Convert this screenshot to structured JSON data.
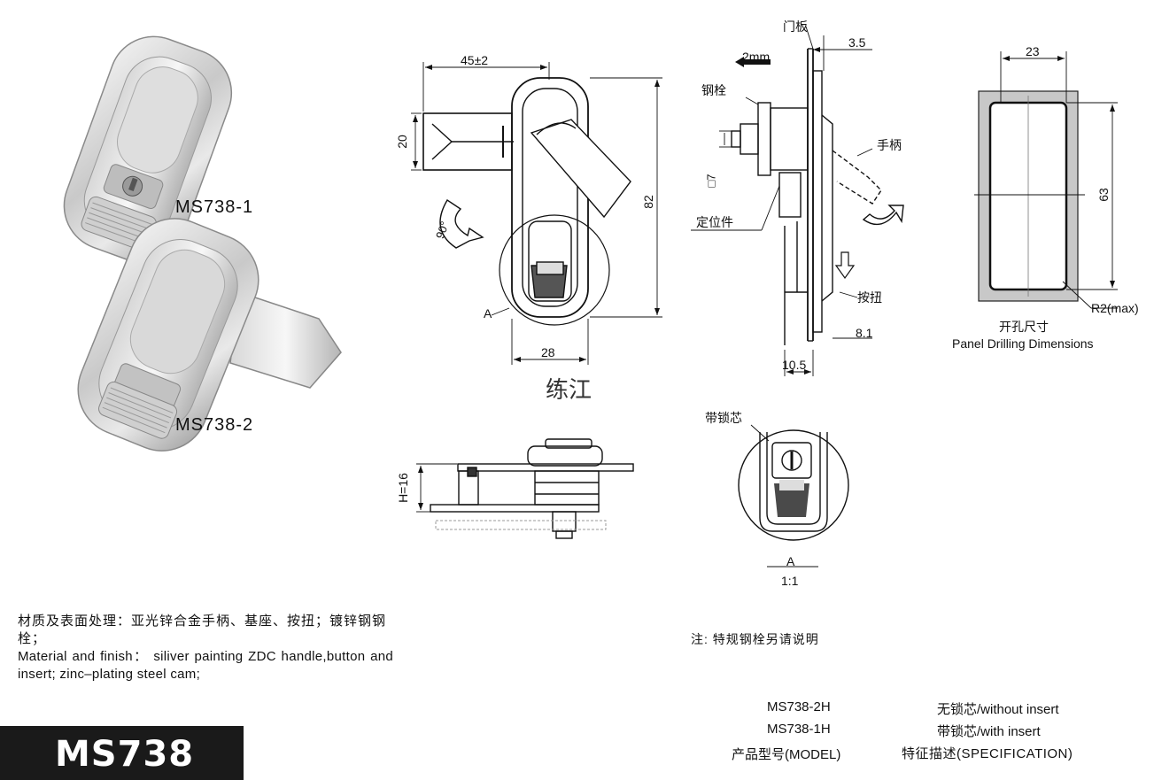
{
  "products": {
    "p1": {
      "model": "MS738-1"
    },
    "p2": {
      "model": "MS738-2"
    }
  },
  "front_view": {
    "dim_width_top": "45±2",
    "dim_cam_width": "20",
    "dim_height": "82",
    "dim_bottom_width": "28",
    "rotation": "90°",
    "section_label": "A"
  },
  "brand_text": "练江",
  "side_view": {
    "door_panel": "门板",
    "dim_3_5": "3.5",
    "dim_2mm": "2mm",
    "steel_cam": "钢栓",
    "handle": "手柄",
    "square_7": "□7",
    "locator": "定位件",
    "button": "按扭",
    "dim_8_1": "8.1",
    "dim_10_5": "10.5"
  },
  "cutout": {
    "dim_width": "23",
    "dim_height": "63",
    "radius": "R2(max)",
    "title_zh": "开孔尺寸",
    "title_en": "Panel Drilling Dimensions"
  },
  "bottom_view": {
    "dim_h": "H=16"
  },
  "detail": {
    "with_core": "带锁芯",
    "label": "A",
    "scale": "1:1"
  },
  "material": {
    "zh": "材质及表面处理：亚光锌合金手柄、基座、按扭；镀锌钢钢栓；",
    "en": "Material and finish： siliver painting ZDC handle,button and insert; zinc–plating steel cam;"
  },
  "note": "注: 特规钢栓另请说明",
  "spec_table": {
    "rows": [
      {
        "model": "MS738-2H",
        "desc": "无锁芯/without insert"
      },
      {
        "model": "MS738-1H",
        "desc": "带锁芯/with insert"
      }
    ],
    "header_model": "产品型号(MODEL)",
    "header_desc": "特征描述(SPECIFICATION)"
  },
  "banner": {
    "title": "MS738"
  }
}
